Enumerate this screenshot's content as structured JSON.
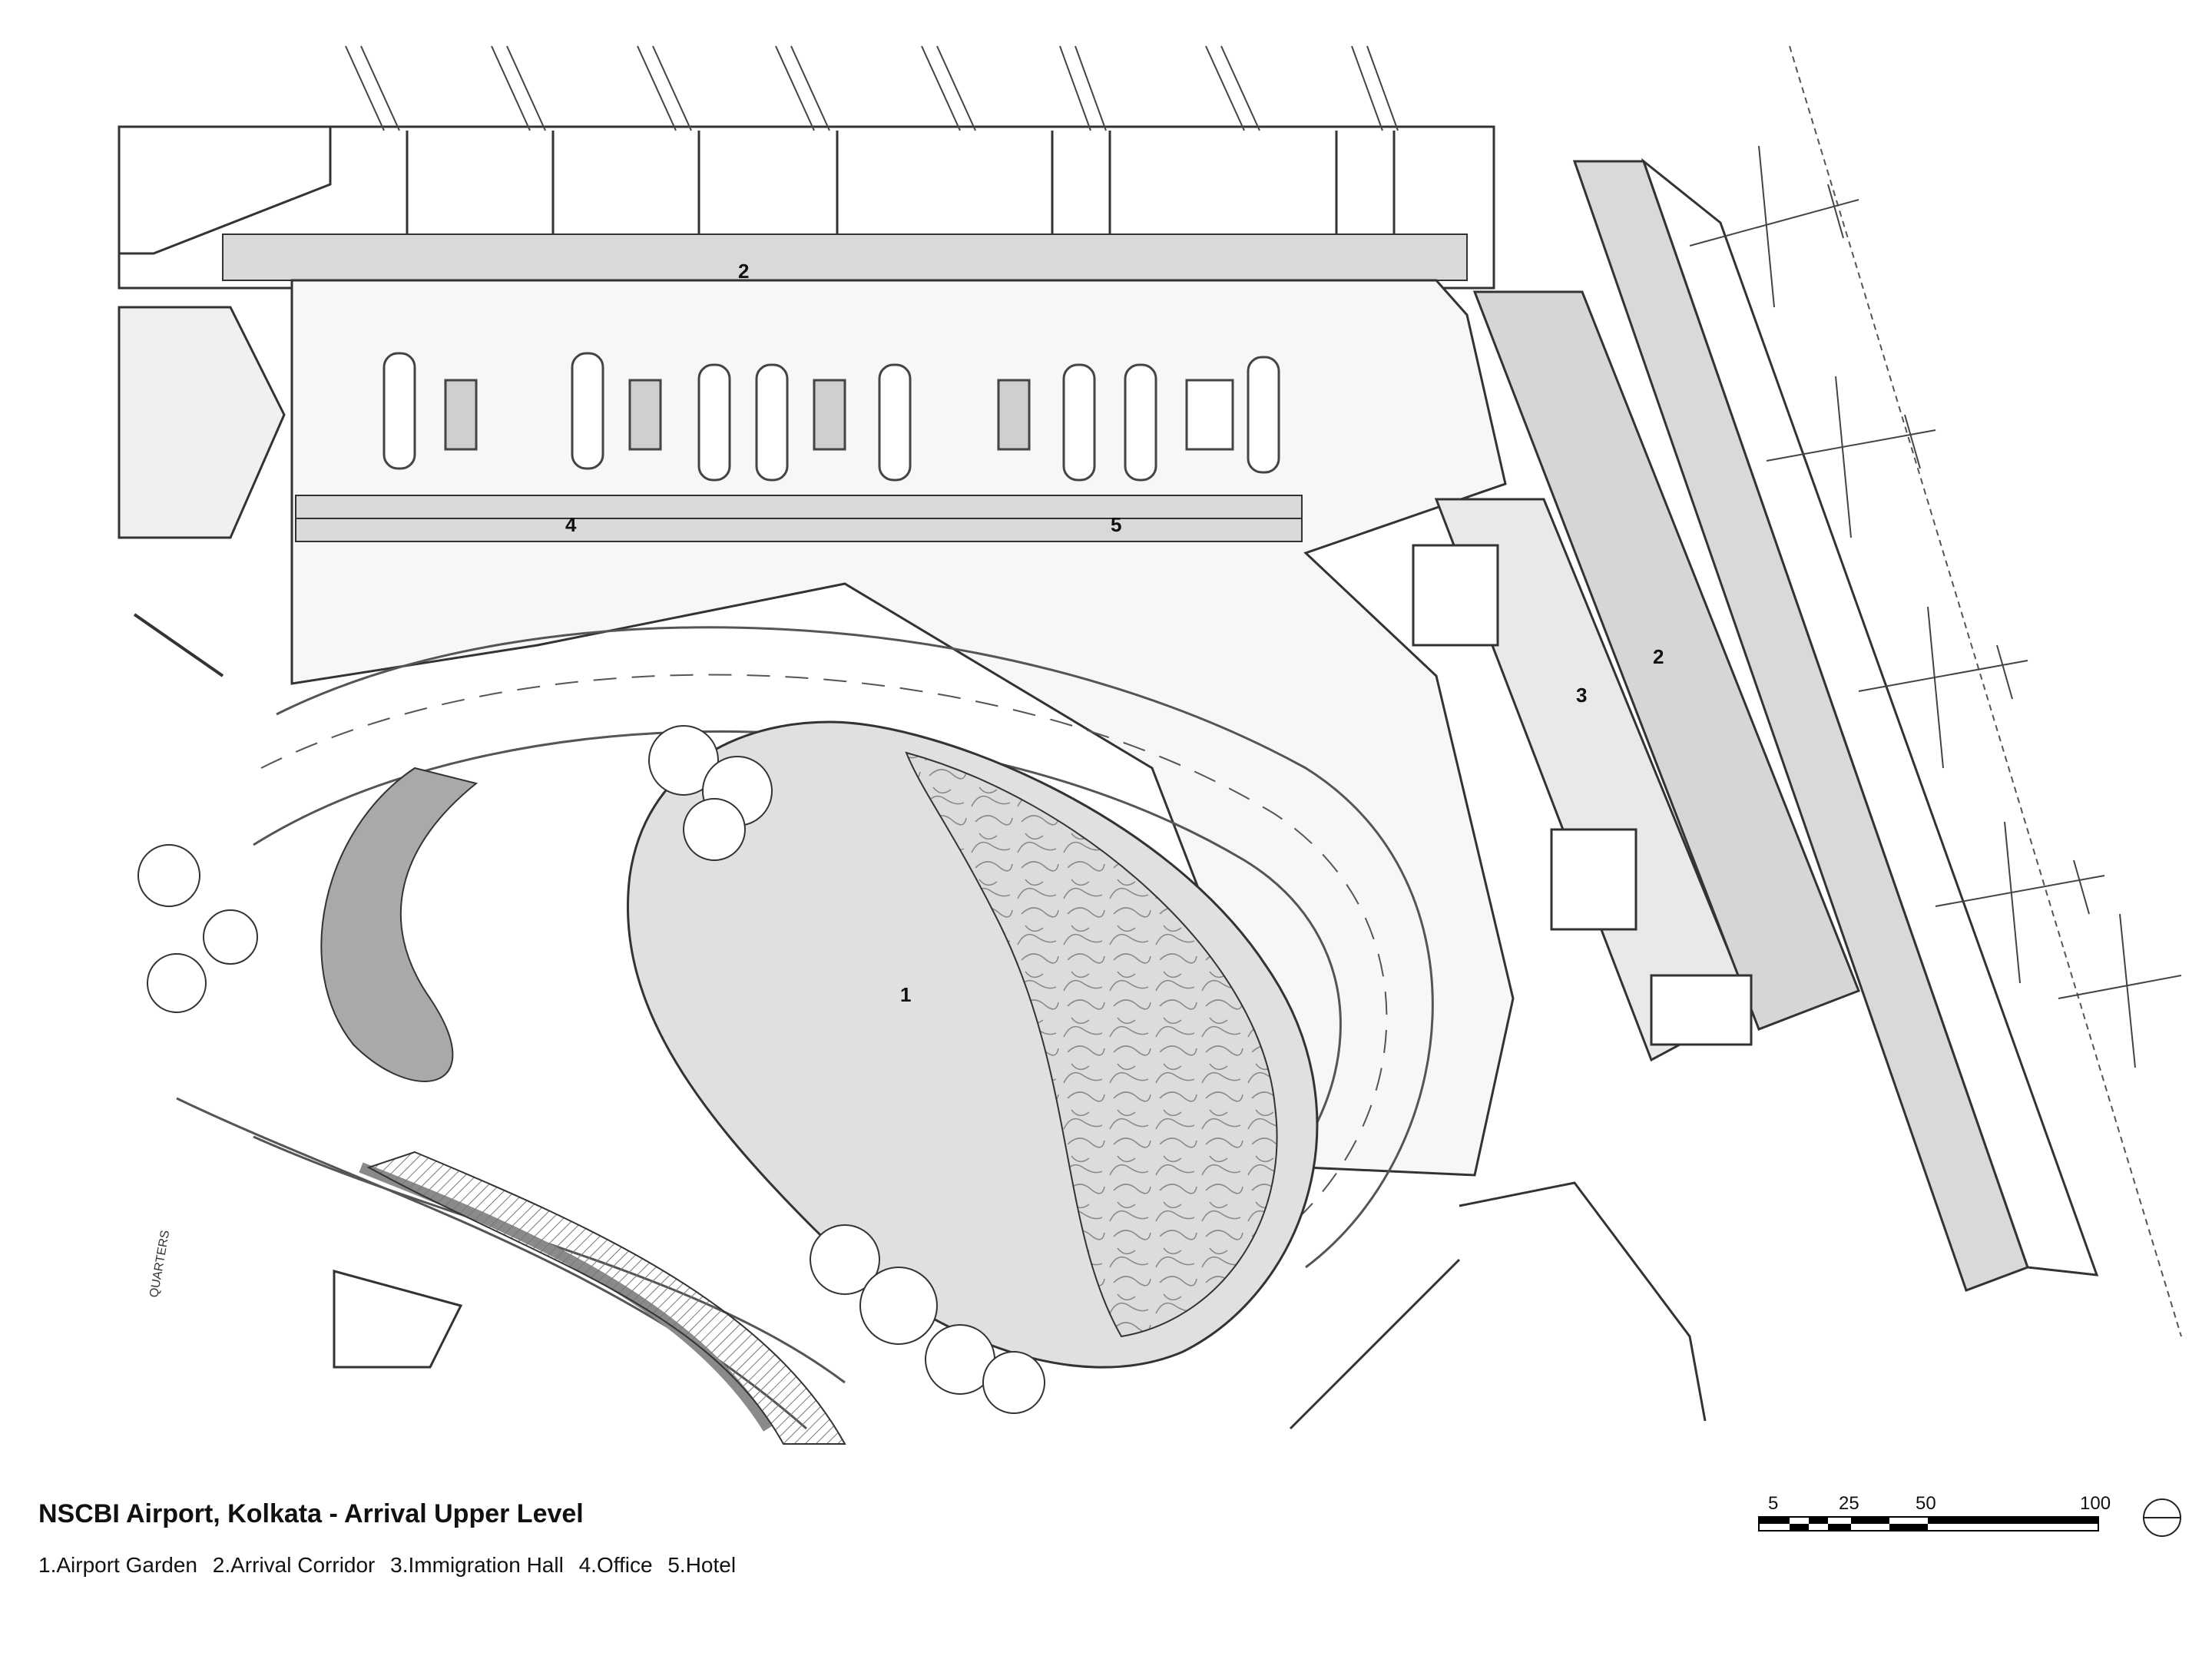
{
  "title": "NSCBI Airport, Kolkata - Arrival Upper Level",
  "legend": [
    "1.Airport Garden",
    "2.Arrival Corridor",
    "3.Immigration Hall",
    "4.Office",
    "5.Hotel"
  ],
  "plan_labels": {
    "garden": "1",
    "corridor_top": "2",
    "corridor_right": "2",
    "immigration": "3",
    "office": "4",
    "hotel": "5"
  },
  "scale_bar": {
    "ticks": [
      "5",
      "25",
      "50",
      "100"
    ]
  },
  "misc_text": {
    "quarters": "QUARTERS"
  },
  "colors": {
    "line": "#333333",
    "light_fill": "#e6e6e6",
    "mid_fill": "#cfcfcf",
    "dark_fill": "#9a9a9a",
    "background": "#ffffff"
  }
}
